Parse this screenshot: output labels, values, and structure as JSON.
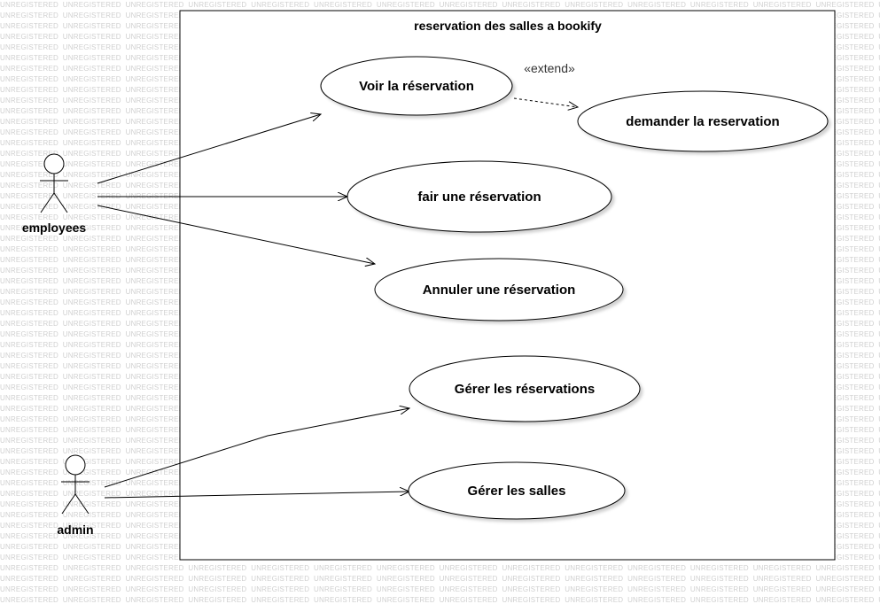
{
  "watermark_text": "UNREGISTERED",
  "system": {
    "title": "reservation des salles a bookify"
  },
  "actors": {
    "employees": {
      "label": "employees"
    },
    "admin": {
      "label": "admin"
    }
  },
  "use_cases": {
    "voir": "Voir la réservation",
    "demander": "demander la reservation",
    "faire": "fair une réservation",
    "annuler": "Annuler une réservation",
    "gerer_reservations": "Gérer les réservations",
    "gerer_salles": "Gérer les salles"
  },
  "relations": {
    "extend_label": "«extend»"
  }
}
